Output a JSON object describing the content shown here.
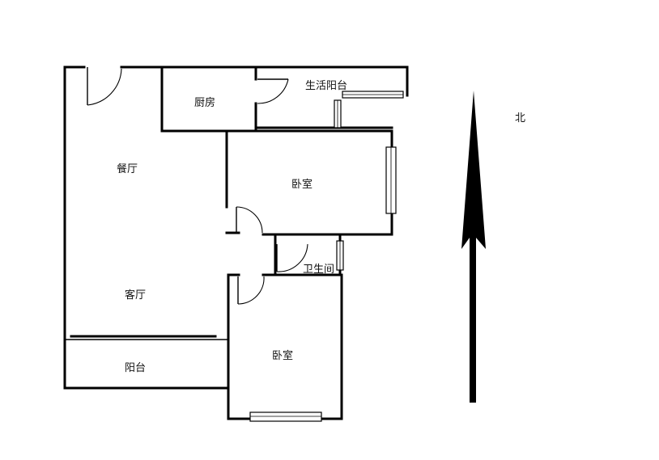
{
  "rooms": {
    "kitchen": "厨房",
    "service_balcony": "生活阳台",
    "dining": "餐厅",
    "living": "客厅",
    "balcony": "阳台",
    "bedroom_north": "卧室",
    "bedroom_south": "卧室",
    "bathroom": "卫生间"
  },
  "compass": {
    "north_label": "北"
  },
  "colors": {
    "wall": "#000000",
    "background": "#ffffff"
  }
}
